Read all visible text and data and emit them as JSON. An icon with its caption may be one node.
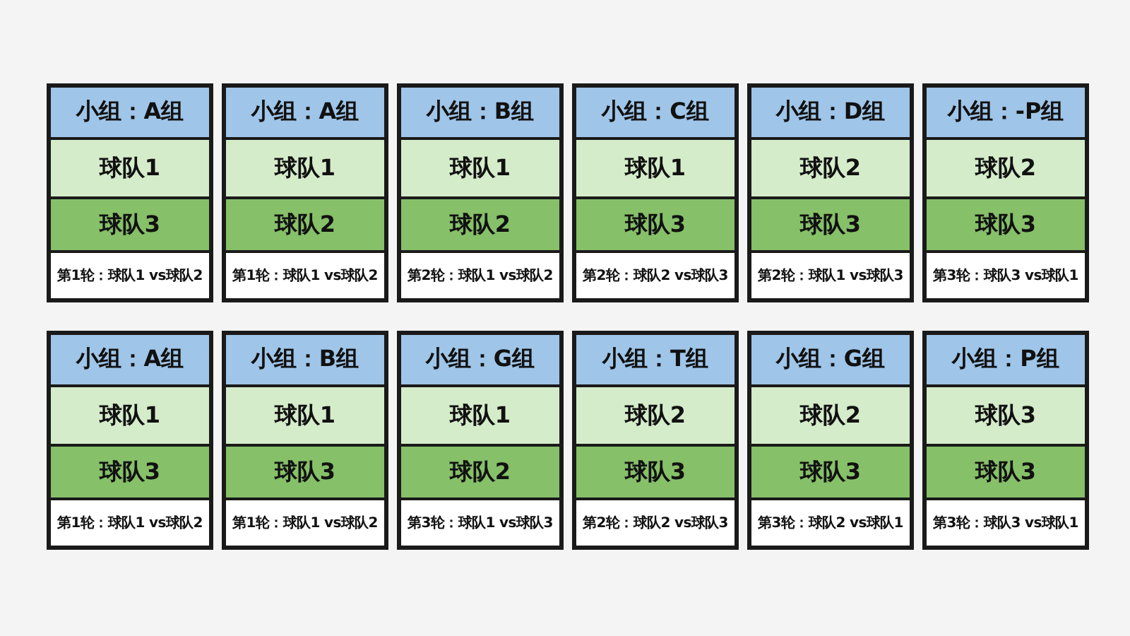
{
  "diagram": {
    "nodes": [
      {
        "text": [
          "小组：A组",
          "球队1",
          "球队3",
          "第1轮：球队1 vs球队2"
        ]
      },
      {
        "text": [
          "小组：A组",
          "球队1",
          "球队2",
          "第1轮：球队1 vs球队2"
        ]
      },
      {
        "text": [
          "小组：B组",
          "球队1",
          "球队2",
          "第2轮：球队1 vs球队2"
        ]
      },
      {
        "text": [
          "小组：C组",
          "球队1",
          "球队3",
          "第2轮：球队2 vs球队3"
        ]
      },
      {
        "text": [
          "小组：D组",
          "球队2",
          "球队3",
          "第2轮：球队1 vs球队3"
        ]
      },
      {
        "text": [
          "小组：-P组",
          "球队2",
          "球队3",
          "第3轮：球队3 vs球队1"
        ]
      },
      {
        "text": [
          "小组：A组",
          "球队1",
          "球队3",
          "第1轮：球队1 vs球队2"
        ]
      },
      {
        "text": [
          "小组：B组",
          "球队1",
          "球队3",
          "第1轮：球队1 vs球队2"
        ]
      },
      {
        "text": [
          "小组：G组",
          "球队1",
          "球队2",
          "第3轮：球队1 vs球队3"
        ]
      },
      {
        "text": [
          "小组：T组",
          "球队2",
          "球队3",
          "第2轮：球队2 vs球队3"
        ]
      },
      {
        "text": [
          "小组：G组",
          "球队2",
          "球队3",
          "第3轮：球队2 vs球队1"
        ]
      },
      {
        "text": [
          "小组：P组",
          "球队3",
          "球队3",
          "第3轮：球队3 vs球队1"
        ]
      }
    ]
  }
}
